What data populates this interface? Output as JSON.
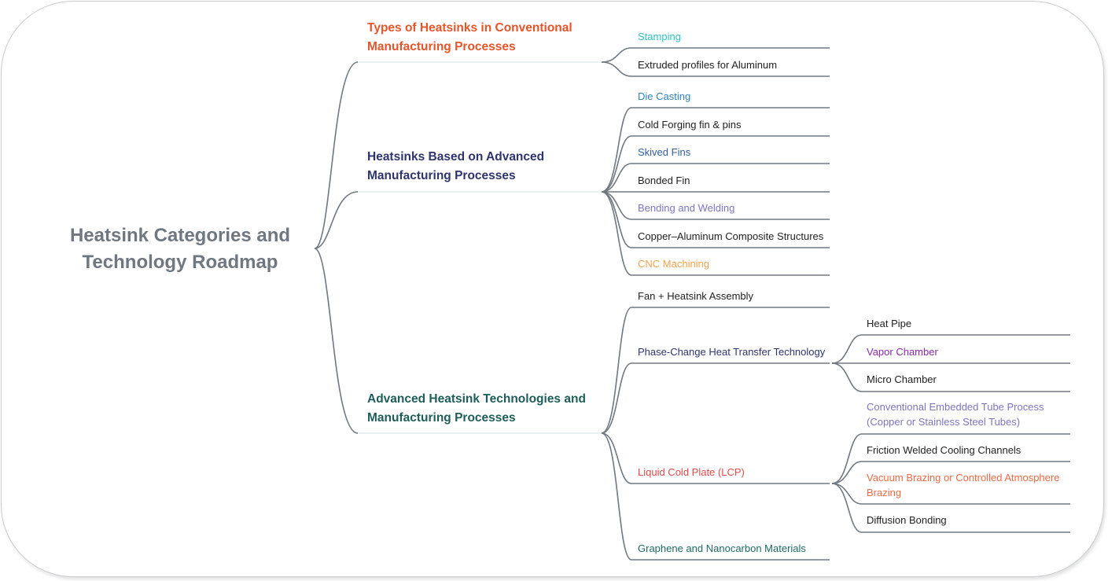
{
  "root": {
    "title": "Heatsink Categories and Technology Roadmap"
  },
  "colors": {
    "connector": "#707880",
    "frame": "#c9ccd0",
    "root": "#6f7780",
    "conventional": "#e8552a",
    "advanced_processes": "#2e3470",
    "advanced_tech": "#1e5e5a",
    "stamping": "#2ec4c4",
    "die_casting": "#2f84b8",
    "skived": "#2f5fa0",
    "bending": "#7b76c2",
    "cnc": "#f5a24c",
    "phase_change": "#2e3470",
    "vapor": "#8a2aa8",
    "embedded": "#7b76c2",
    "lcp": "#e24b4b",
    "vacuum": "#ef6a45",
    "graphene": "#1e6b62",
    "dark": "#222222"
  },
  "categories": [
    {
      "id": "conventional",
      "title": "Types of Heatsinks in Conventional Manufacturing Processes",
      "color": "#e8552a",
      "items": [
        {
          "label": "Stamping",
          "color": "#2ec4c4"
        },
        {
          "label": "Extruded profiles for Aluminum",
          "color": "#222222"
        }
      ]
    },
    {
      "id": "advanced_processes",
      "title": "Heatsinks Based on Advanced Manufacturing Processes",
      "color": "#2e3470",
      "items": [
        {
          "label": "Die Casting",
          "color": "#2f84b8"
        },
        {
          "label": "Cold Forging fin &  pins",
          "color": "#222222"
        },
        {
          "label": "Skived Fins",
          "color": "#2f5fa0"
        },
        {
          "label": "Bonded Fin",
          "color": "#222222"
        },
        {
          "label": "Bending and Welding",
          "color": "#7b76c2"
        },
        {
          "label": "Copper–Aluminum Composite Structures",
          "color": "#222222"
        },
        {
          "label": "CNC Machining",
          "color": "#f5a24c"
        }
      ]
    },
    {
      "id": "advanced_tech",
      "title": "Advanced Heatsink Technologies and Manufacturing Processes",
      "color": "#1e5e5a",
      "items": [
        {
          "label": "Fan + Heatsink Assembly",
          "color": "#222222"
        },
        {
          "label": "Phase-Change Heat Transfer Technology",
          "color": "#2e3470",
          "children": [
            {
              "label": "Heat Pipe",
              "color": "#222222"
            },
            {
              "label": "Vapor Chamber",
              "color": "#8a2aa8"
            },
            {
              "label": "Micro Chamber",
              "color": "#222222"
            }
          ]
        },
        {
          "label": "Liquid Cold Plate (LCP)",
          "color": "#e24b4b",
          "children": [
            {
              "label": "Conventional Embedded Tube Process (Copper or Stainless Steel Tubes)",
              "color": "#7b76c2"
            },
            {
              "label": "Friction Welded Cooling Channels",
              "color": "#222222"
            },
            {
              "label": "Vacuum Brazing or Controlled Atmosphere Brazing",
              "color": "#ef6a45"
            },
            {
              "label": "Diffusion Bonding",
              "color": "#222222"
            }
          ]
        },
        {
          "label": "Graphene and Nanocarbon Materials",
          "color": "#1e6b62"
        }
      ]
    }
  ]
}
